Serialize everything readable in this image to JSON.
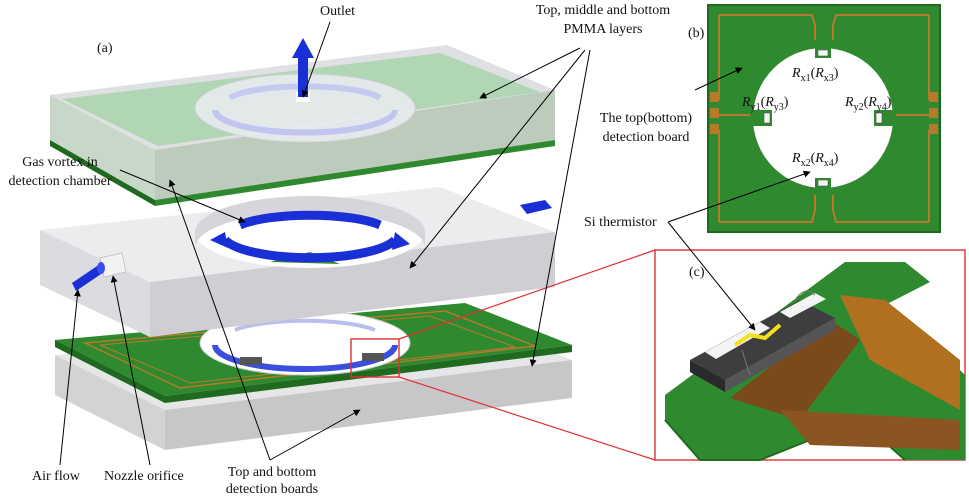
{
  "panels": {
    "a": "(a)",
    "b": "(b)",
    "c": "(c)"
  },
  "labels": {
    "outlet": "Outlet",
    "pmma_line1": "Top, middle and bottom",
    "pmma_line2": "PMMA layers",
    "gas_vortex_line1": "Gas vortex in",
    "gas_vortex_line2": "detection chamber",
    "top_board_line1": "The top(bottom)",
    "top_board_line2": "detection board",
    "si_thermistor": "Si thermistor",
    "air_flow": "Air flow",
    "nozzle_orifice": "Nozzle orifice",
    "boards_line1": "Top and bottom",
    "boards_line2": "detection boards"
  },
  "thermistors": {
    "rx1": {
      "r": "R",
      "sub1": "x1",
      "paren_r": "R",
      "sub2": "x3"
    },
    "ry1": {
      "r": "R",
      "sub1": "y1",
      "paren_r": "R",
      "sub2": "y3"
    },
    "ry2": {
      "r": "R",
      "sub1": "y2",
      "paren_r": "R",
      "sub2": "y4"
    },
    "rx2": {
      "r": "R",
      "sub1": "x2",
      "paren_r": "R",
      "sub2": "x4"
    }
  },
  "colors": {
    "pcb_green": "#2f8a2f",
    "pcb_green_dark": "#1f6a1f",
    "copper": "#b77a2b",
    "pmma_gray": "#e3e3e6",
    "pmma_edge": "#c9c9cc",
    "flow_blue": "#1a2fd6",
    "highlight_red": "#e03030",
    "glass_green": "#9fd0a4"
  }
}
